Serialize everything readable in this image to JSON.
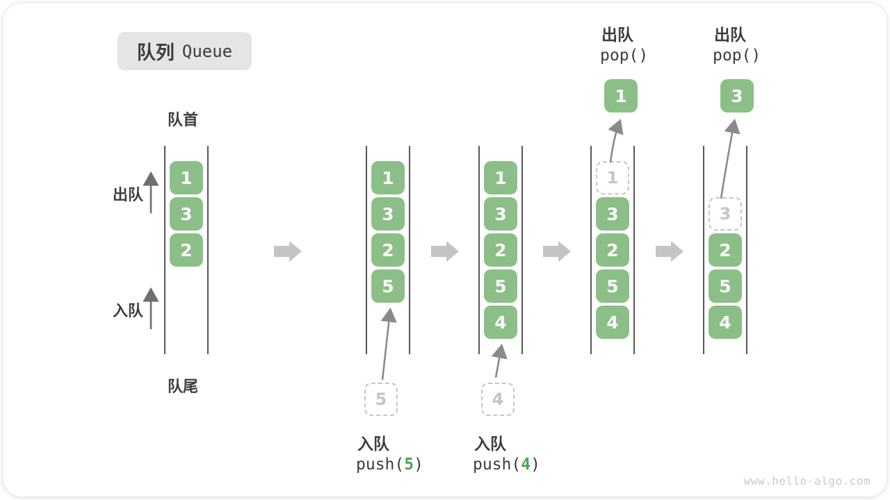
{
  "title": {
    "zh": "队列",
    "en": "Queue"
  },
  "side_labels": {
    "front": "队首",
    "rear": "队尾",
    "dequeue": "出队",
    "enqueue": "入队"
  },
  "watermark": "www.hello-algo.com",
  "colors": {
    "box_green": "#8CBF87",
    "box_text": "#FAFAFA",
    "text_dark": "#3C3C3C",
    "rail": "#555555",
    "arrow_gray": "#C4C4C4",
    "dashed": "#C5C5C5",
    "curve_arrow": "#8A8A8A",
    "accent_green": "#4FA35A",
    "title_bg": "#E5E5E5",
    "watermark_color": "#CACACA"
  },
  "states": [
    {
      "name": "initial",
      "boxes": [
        "1",
        "3",
        "2"
      ]
    },
    {
      "name": "after-push-5",
      "boxes": [
        "1",
        "3",
        "2",
        "5"
      ],
      "incoming": "5",
      "op": {
        "action": "入队",
        "fn": "push(",
        "arg": "5",
        "close": ")"
      }
    },
    {
      "name": "after-push-4",
      "boxes": [
        "1",
        "3",
        "2",
        "5",
        "4"
      ],
      "incoming": "4",
      "op": {
        "action": "入队",
        "fn": "push(",
        "arg": "4",
        "close": ")"
      }
    },
    {
      "name": "pop-1",
      "removed": "1",
      "boxes": [
        "3",
        "2",
        "5",
        "4"
      ],
      "popped": "1",
      "op": {
        "action": "出队",
        "fn": "pop()"
      }
    },
    {
      "name": "pop-3",
      "removed": "3",
      "boxes": [
        "2",
        "5",
        "4"
      ],
      "popped": "3",
      "op": {
        "action": "出队",
        "fn": "pop()"
      }
    }
  ]
}
